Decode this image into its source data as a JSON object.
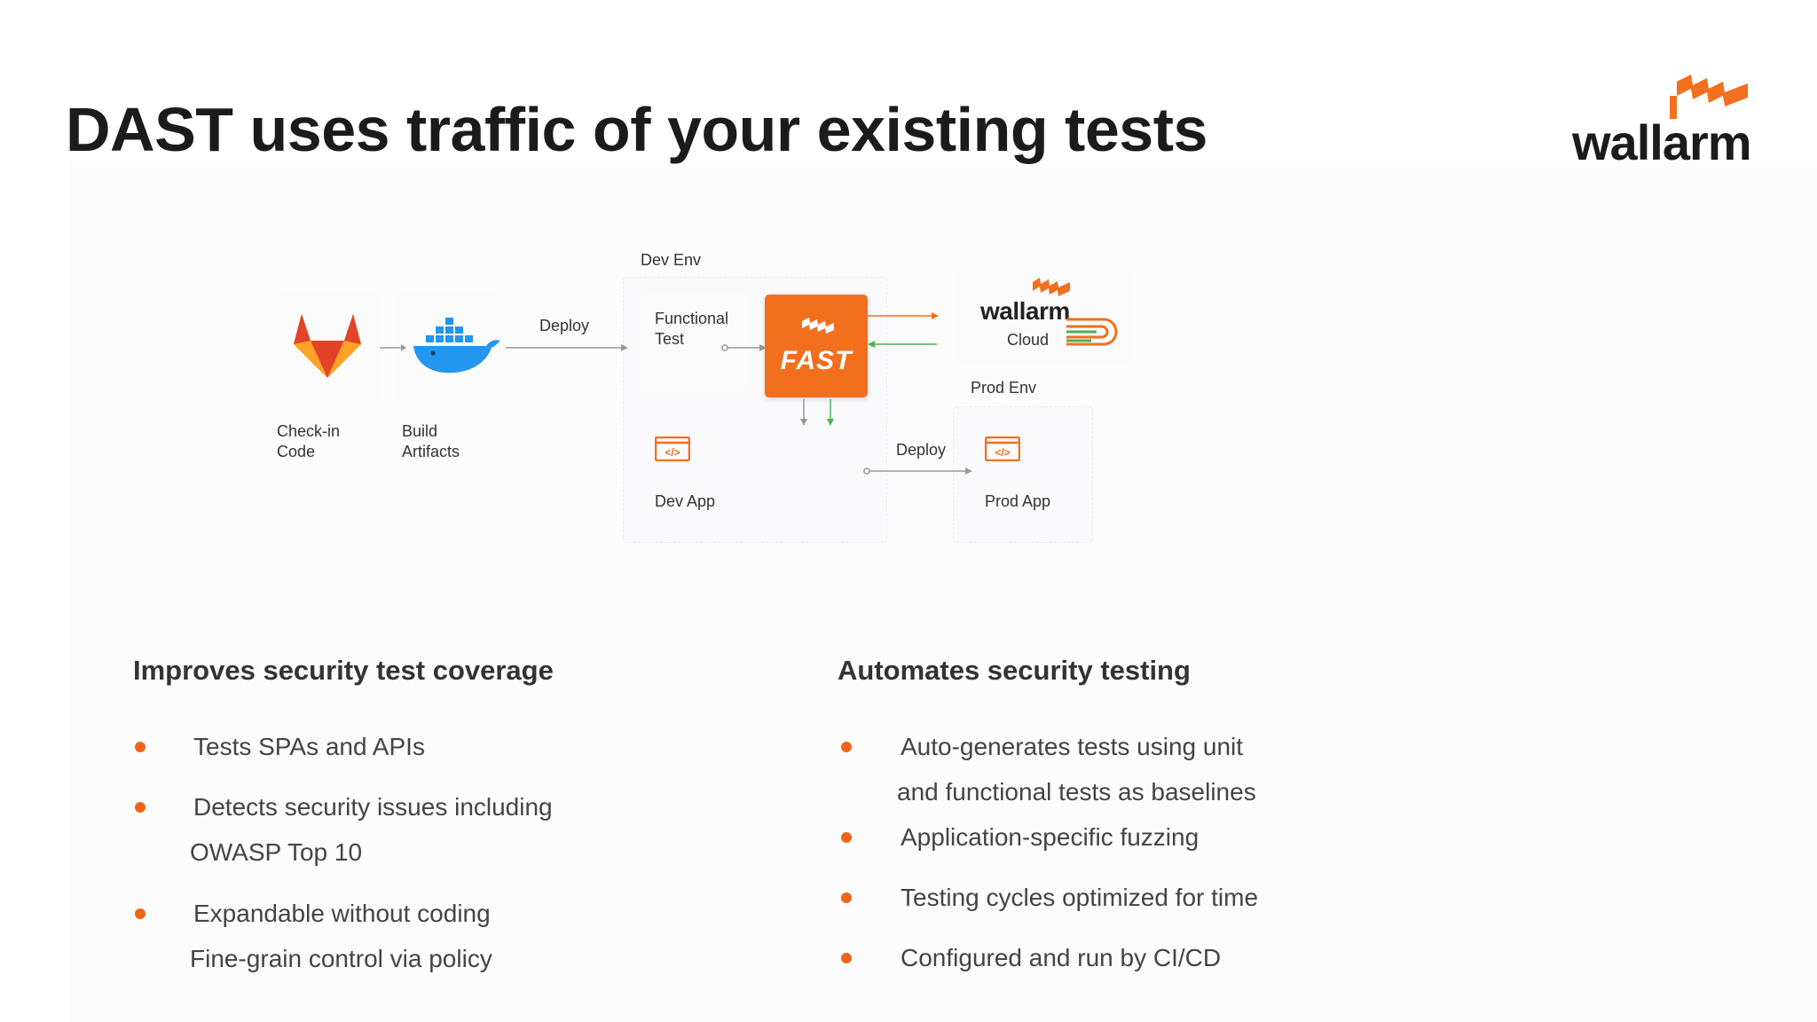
{
  "slide": {
    "title": "DAST uses traffic of your existing tests",
    "logo_text": "wallarm"
  },
  "diagram": {
    "dev_env_label": "Dev Env",
    "prod_env_label": "Prod Env",
    "checkin_label": "Check-in\nCode",
    "build_label": "Build\nArtifacts",
    "deploy_label_1": "Deploy",
    "deploy_label_2": "Deploy",
    "functional_test_label": "Functional\nTest",
    "fast_label": "FAST",
    "cloud_brand": "wallarm",
    "cloud_label": "Cloud",
    "dev_app_label": "Dev App",
    "prod_app_label": "Prod App",
    "code_icon_text": "</>"
  },
  "left_section": {
    "heading": "Improves security test coverage",
    "bullets": [
      "Tests SPAs and APIs",
      "Detects security issues including",
      "OWASP Top 10",
      "Expandable without coding",
      "Fine-grain control via policy"
    ]
  },
  "right_section": {
    "heading": "Automates security testing",
    "bullets": [
      "Auto-generates tests using unit",
      "and functional tests as baselines",
      "Application-specific fuzzing",
      "Testing cycles optimized for time",
      "Configured and run by CI/CD"
    ]
  },
  "colors": {
    "accent": "#f26f1d",
    "bullet": "#f06418",
    "green_arrow": "#4caf50",
    "title": "#1b1b1b"
  }
}
